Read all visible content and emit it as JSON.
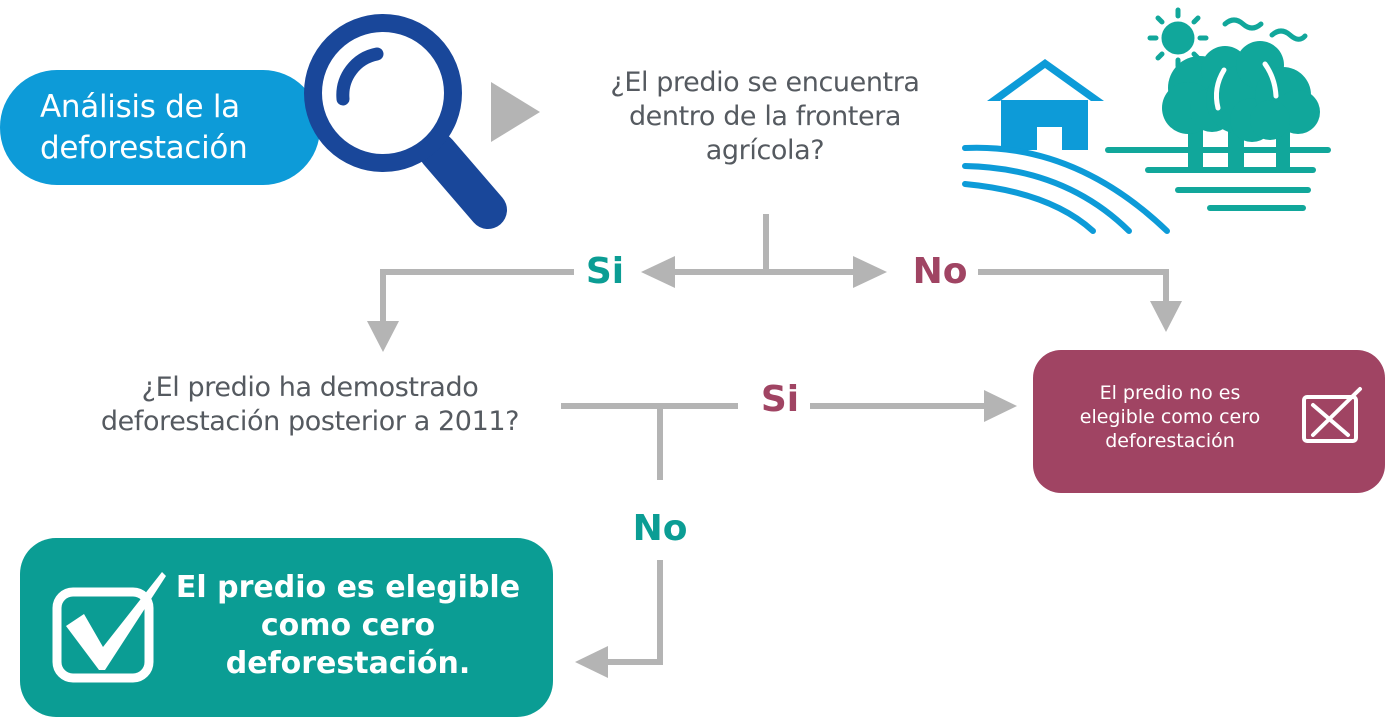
{
  "start": {
    "label_line1": "Análisis de la",
    "label_line2": "deforestación"
  },
  "question1": {
    "line1": "¿El predio se encuentra",
    "line2": "dentro de la frontera",
    "line3": "agrícola?"
  },
  "question2": {
    "line1": "¿El predio ha demostrado",
    "line2": "deforestación posterior a 2011?"
  },
  "branches": {
    "q1_yes": "Si",
    "q1_no": "No",
    "q2_yes": "Si",
    "q2_no": "No"
  },
  "results": {
    "not_eligible": {
      "line1": "El predio no es",
      "line2": "elegible como cero",
      "line3": "deforestación"
    },
    "eligible": {
      "line1": "El predio es elegible",
      "line2": "como cero",
      "line3": "deforestación."
    }
  },
  "colors": {
    "start_blue": "#0d9bd8",
    "magnifier_navy": "#19479a",
    "teal": "#0b9d94",
    "wine": "#a04463",
    "connector_gray": "#b4b4b4",
    "question_text": "#555a60",
    "illustration_blue": "#0d9bd8",
    "illustration_green": "#11a79b"
  },
  "icons": {
    "start": "magnifying-glass-icon",
    "landscape": "farm-landscape-icon",
    "not_eligible": "checkbox-cross-icon",
    "eligible": "checkbox-check-icon"
  }
}
